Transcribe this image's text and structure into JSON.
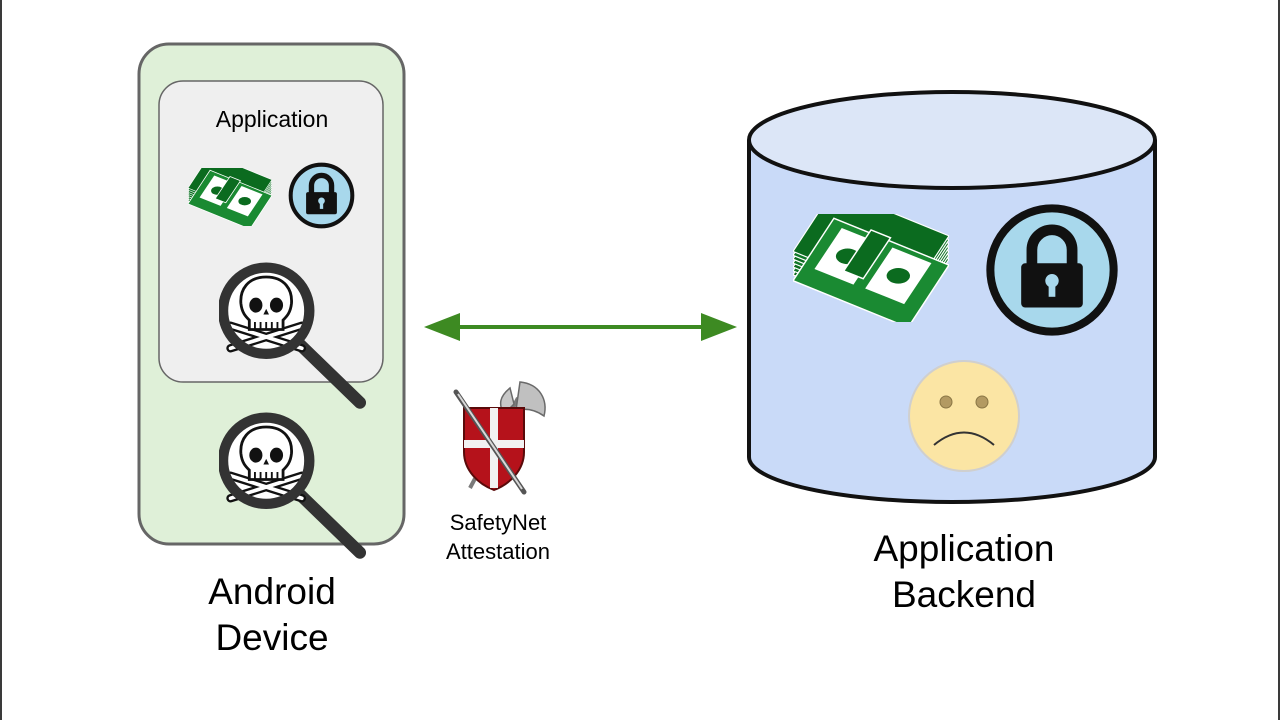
{
  "android_device": {
    "label_line1": "Android",
    "label_line2": "Device",
    "fill": "#dff0d8",
    "stroke": "#666666"
  },
  "application": {
    "label": "Application",
    "fill": "#efefef",
    "icons": [
      "money-stack-icon",
      "lock-icon",
      "malware-magnifier-icon"
    ]
  },
  "device_icons": [
    "malware-magnifier-icon"
  ],
  "safetynet": {
    "label_line1": "SafetyNet",
    "label_line2": "Attestation",
    "icon": "shield-swords-icon"
  },
  "backend": {
    "label_line1": "Application",
    "label_line2": "Backend",
    "fill": "#c9daf8",
    "top_fill": "#dce6f7",
    "icons": [
      "money-stack-icon",
      "lock-icon",
      "sad-face-icon"
    ]
  },
  "connector": {
    "type": "double-arrow",
    "color": "#3d8a22"
  },
  "colors": {
    "money_dark": "#0b6b1f",
    "lock_bg": "#a8d8ec",
    "face": "#fbe5a4",
    "shield_red": "#b5121b"
  }
}
